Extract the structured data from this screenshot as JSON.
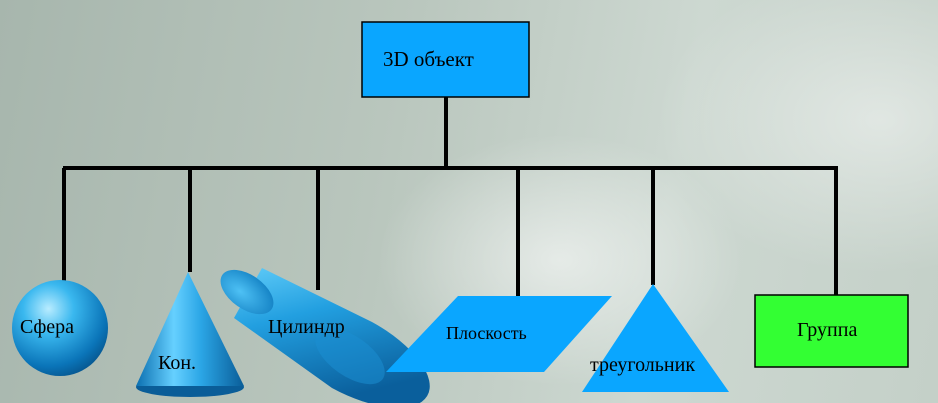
{
  "root": {
    "label": "3D объект",
    "color": "#0aa6ff"
  },
  "children": {
    "sphere": "Сфера",
    "cone": "Кон.",
    "cylinder": "Цилиндр",
    "plane": "Плоскость",
    "triangle": "треугольник",
    "group": "Группа"
  },
  "colors": {
    "shape_blue": "#0aa6ff",
    "group_green": "#33ff33",
    "connector": "#000000"
  }
}
